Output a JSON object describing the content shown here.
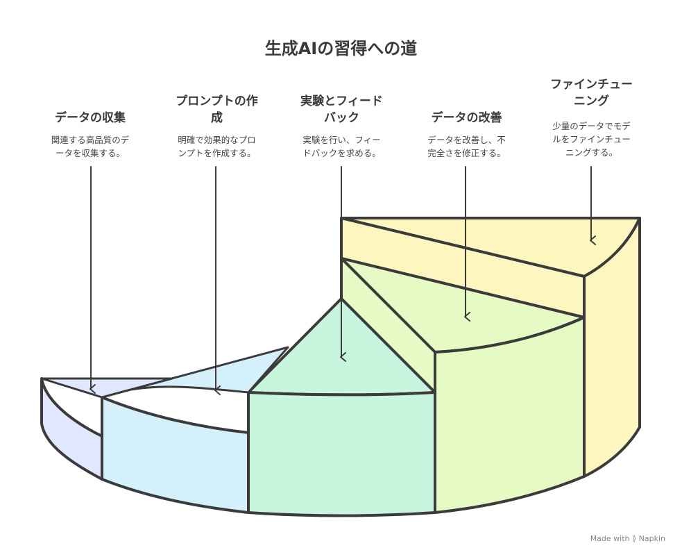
{
  "title": "生成AIの習得への道",
  "steps": [
    {
      "title": "データの収集",
      "description_lines": [
        "関連する高品質のデ",
        "ータを収集する。"
      ],
      "color": "#dfe8ff"
    },
    {
      "title_lines": [
        "プロンプトの作",
        "成"
      ],
      "description_lines": [
        "明確で効果的なプロ",
        "ンプトを作成する。"
      ],
      "color": "#d3f0fb"
    },
    {
      "title_lines": [
        "実験とフィード",
        "バック"
      ],
      "description_lines": [
        "実験を行い、フィー",
        "ドバックを求める。"
      ],
      "color": "#c8f5dd"
    },
    {
      "title": "データの改善",
      "description_lines": [
        "データを改善し、不",
        "完全さを修正する。"
      ],
      "color": "#e6fac4"
    },
    {
      "title_lines": [
        "ファインチュー",
        "ニング"
      ],
      "description_lines": [
        "少量のデータでモデ",
        "ルをファインチュー",
        "ニングする。"
      ],
      "color": "#fdf6bf"
    }
  ],
  "branding": {
    "prefix": "Made with",
    "name": "Napkin"
  },
  "stroke_color": "#3b3b3b"
}
